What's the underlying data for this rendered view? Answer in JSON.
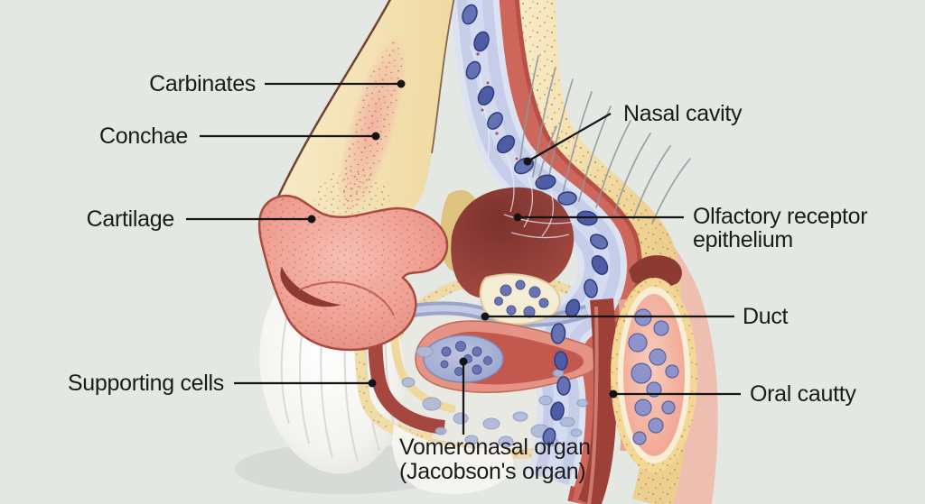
{
  "title": "Nose cross-section anatomy diagram",
  "illustration": {
    "description": "Sagittal cross-section of an animal nose showing the nasal passages, olfactory epithelium and the vomeronasal (Jacobson's) organ",
    "colors": {
      "background": "#e3e8e3",
      "bone_cream": "#f2dda6",
      "nose_band_cream": "#f5e6bc",
      "cartilage_pink": "#efa295",
      "mucosa_red": "#c65a4f",
      "cavity_maroon": "#93413a",
      "epithelium_blue": "#c5cde8",
      "receptor_cell_navy": "#5b6cb0",
      "gland_pink": "#f2ad9a",
      "fur_white": "#f7f6f2",
      "label_text": "#1b1b1b"
    }
  },
  "labels": {
    "carbinates": "Carbinates",
    "conchae": "Conchae",
    "cartilage": "Cartilage",
    "supporting_cells": "Supporting cells",
    "nasal_cavity": "Nasal cavity",
    "olfactory_line1": "Olfactory receptor",
    "olfactory_line2": "epithelium",
    "duct": "Duct",
    "oral_cavity": "Oral cautty",
    "vomeronasal_line1": "Vomeronasal organ",
    "vomeronasal_line2": "(Jacobson's organ)"
  }
}
